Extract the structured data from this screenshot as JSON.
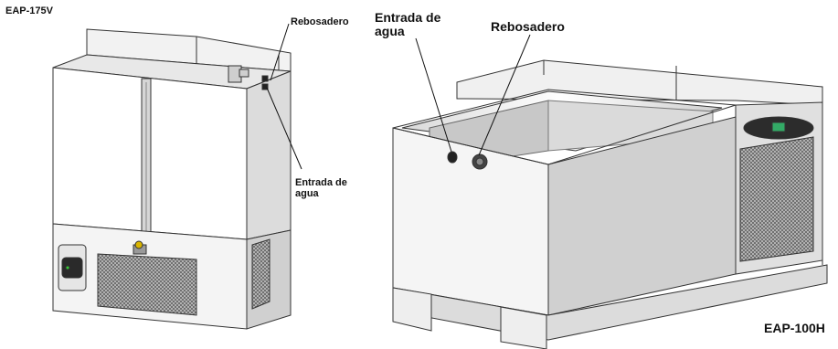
{
  "left_unit": {
    "model": "EAP-175V",
    "callout_overflow": "Rebosadero",
    "callout_inlet": [
      "Entrada de",
      "agua"
    ]
  },
  "right_unit": {
    "model": "EAP-100H",
    "callout_inlet": [
      "Entrada de",
      "agua"
    ],
    "callout_overflow": "Rebosadero"
  }
}
